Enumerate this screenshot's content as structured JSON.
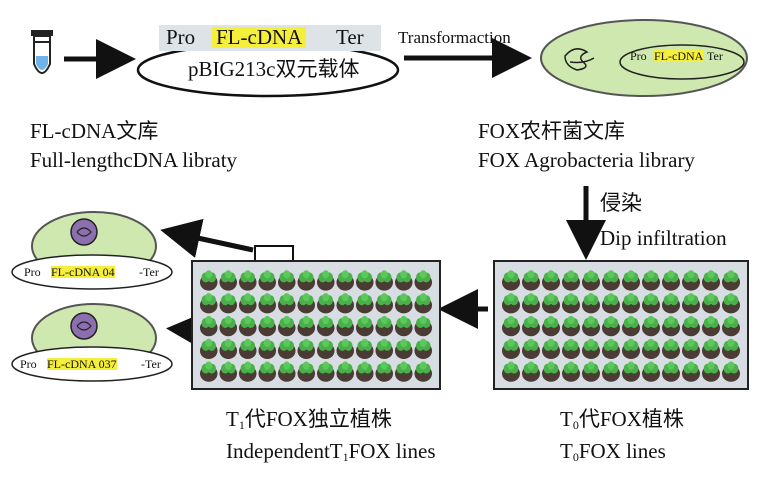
{
  "vector": {
    "cassette": {
      "pro": "Pro",
      "gene": "FL-cDNA",
      "ter": "Ter"
    },
    "name": "pBIG213c双元载体"
  },
  "library": {
    "line1": "FL-cDNA文库",
    "line2": "Full-lengthcDNA libraty"
  },
  "transformation_label": "Transformaction",
  "agro_cell": {
    "pro": "Pro",
    "gene": "FL-cDNA",
    "ter": "Ter"
  },
  "agro_library": {
    "line1": "FOX农杆菌文库",
    "line2": "FOX Agrobacteria library"
  },
  "infiltration": {
    "line1": "侵染",
    "line2": "Dip infiltration"
  },
  "t0": {
    "line1_pre": "T",
    "line1_sub": "0",
    "line1_post": "代FOX植株",
    "line2_pre": "T",
    "line2_sub": "0",
    "line2_post": "FOX lines"
  },
  "t1": {
    "line1_pre": "T",
    "line1_sub": "1",
    "line1_post": "代FOX独立植株",
    "line2_pre": "IndependentT",
    "line2_sub": "1",
    "line2_post": "FOX lines"
  },
  "cell_a": {
    "pro": "Pro",
    "gene": "FL-cDNA 04",
    "ter": "-Ter"
  },
  "cell_b": {
    "pro": "Pro",
    "gene": "FL-cDNA 037",
    "ter": "-Ter"
  },
  "colors": {
    "highlight": "#f5ee3a",
    "cell_green": "#cfe8b0",
    "plant_green": "#49b04a",
    "soil": "#4a3b34",
    "tray": "#d7dde2"
  }
}
